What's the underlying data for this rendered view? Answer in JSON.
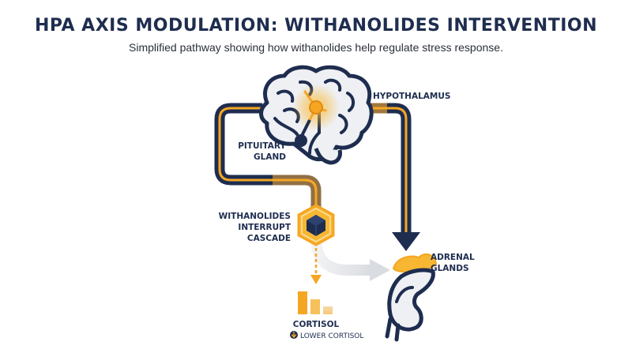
{
  "title": "HPA AXIS MODULATION: WITHANOLIDES INTERVENTION",
  "subtitle": "Simplified pathway showing how withanolides help regulate stress response.",
  "labels": {
    "hypothalamus": "HYPOTHALAMUS",
    "pituitary_line1": "PITUITARY",
    "pituitary_line2": "GLAND",
    "withanolides_line1": "WITHANOLIDES",
    "withanolides_line2": "INTERRUPT",
    "withanolides_line3": "CASCADE",
    "adrenal_line1": "ADRENAL",
    "adrenal_line2": "GLANDS",
    "cortisol": "CORTISOL",
    "lower_cortisol": "LOWER CORTISOL"
  },
  "icons": {
    "brain": "brain-icon",
    "hexagon": "hexagon-icon",
    "kidney": "kidney-icon",
    "bars": "bar-chart-icon",
    "down_arrow": "down-arrow-icon"
  },
  "colors": {
    "navy": "#1e2d4f",
    "orange": "#f5a623",
    "gold": "#f7b733",
    "light_gray": "#e4e6ea"
  }
}
